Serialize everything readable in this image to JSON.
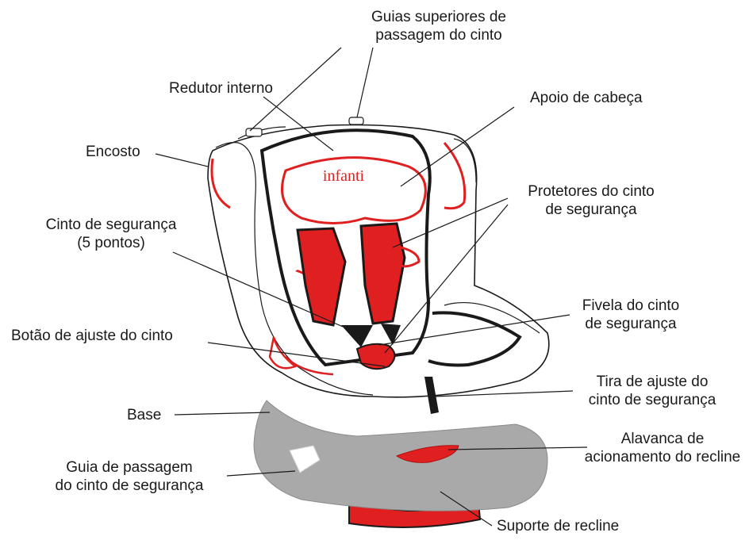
{
  "brand": {
    "logo_text": "infanti",
    "accent_color": "#e02020",
    "base_color": "#a9a9a9",
    "outline_color": "#1a1a1a"
  },
  "labels": {
    "guias_superiores": [
      "Guias superiores de",
      "passagem do cinto"
    ],
    "redutor_interno": [
      "Redutor interno"
    ],
    "apoio_cabeca": [
      "Apoio de cabeça"
    ],
    "encosto": [
      "Encosto"
    ],
    "protetores": [
      "Protetores do cinto",
      "de segurança"
    ],
    "cinto_5_pontos": [
      "Cinto de segurança",
      "(5 pontos)"
    ],
    "fivela": [
      "Fivela do cinto",
      "de segurança"
    ],
    "botao_ajuste": [
      "Botão de ajuste do cinto"
    ],
    "tira_ajuste": [
      "Tira de ajuste do",
      "cinto de segurança"
    ],
    "base": [
      "Base"
    ],
    "alavanca": [
      "Alavanca de",
      "acionamento do recline"
    ],
    "guia_passagem": [
      "Guia de passagem",
      "do cinto de segurança"
    ],
    "suporte_recline": [
      "Suporte de recline"
    ]
  }
}
